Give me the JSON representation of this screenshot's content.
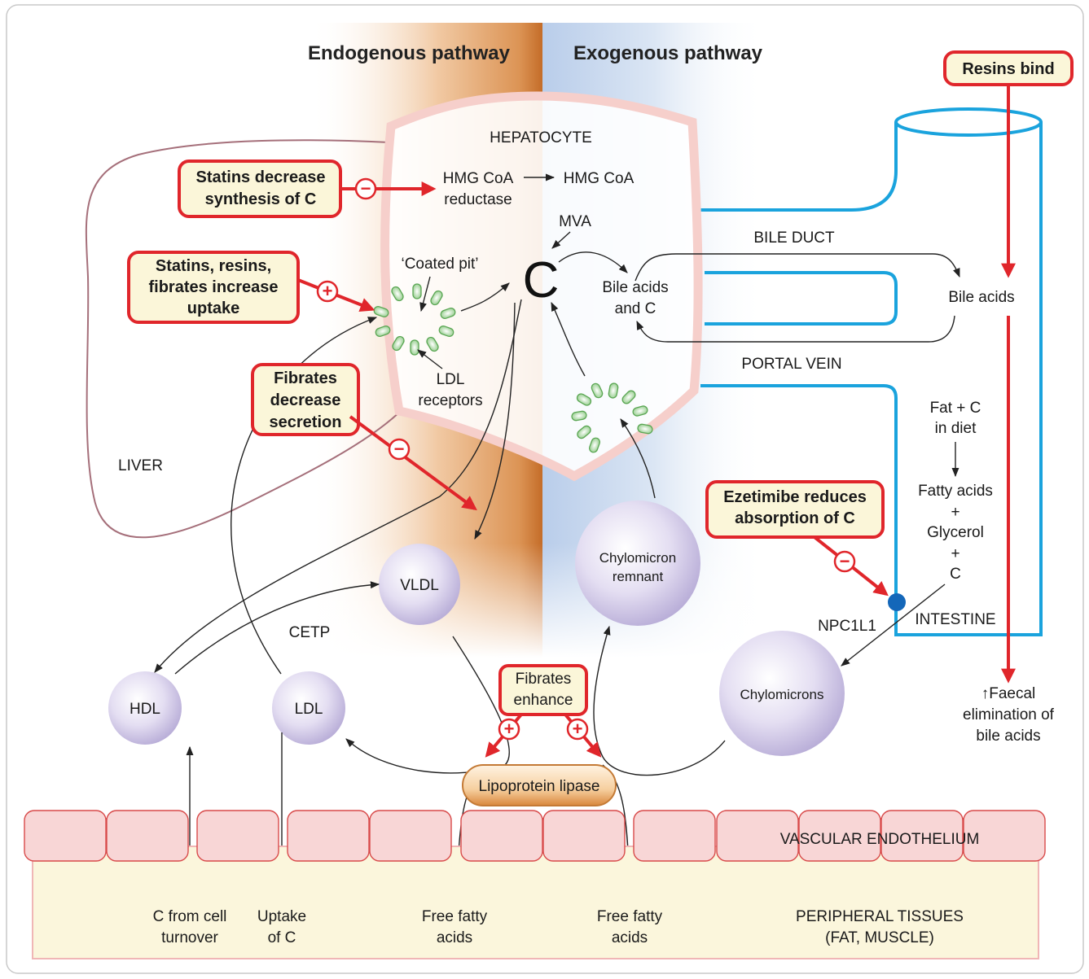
{
  "headers": {
    "endogenous": "Endogenous pathway",
    "exogenous": "Exogenous pathway"
  },
  "labels": {
    "hepatocyte": "HEPATOCYTE",
    "hmg_coa_reductase_1": "HMG CoA",
    "hmg_coa_reductase_2": "reductase",
    "hmg_coa": "HMG CoA",
    "mva": "MVA",
    "cholesterol": "C",
    "coated_pit": "‘Coated pit’",
    "ldl_receptors_1": "LDL",
    "ldl_receptors_2": "receptors",
    "bile_acids_c_1": "Bile acids",
    "bile_acids_c_2": "and C",
    "bile_duct": "BILE DUCT",
    "bile_acids": "Bile acids",
    "portal_vein": "PORTAL VEIN",
    "liver": "LIVER",
    "cetp": "CETP",
    "npc1l1": "NPC1L1",
    "intestine": "INTESTINE",
    "diet_1": "Fat + C",
    "diet_2": "in diet",
    "fatty_acids": "Fatty acids",
    "plus_1": "+",
    "glycerol": "Glycerol",
    "plus_2": "+",
    "c_diet": "C",
    "faecal_1": "↑Faecal",
    "faecal_2": "elimination of",
    "faecal_3": "bile acids",
    "vascular_endothelium": "VASCULAR ENDOTHELIUM",
    "peripheral_1": "PERIPHERAL TISSUES",
    "peripheral_2": "(FAT, MUSCLE)",
    "c_turnover_1": "C from cell",
    "c_turnover_2": "turnover",
    "uptake_1": "Uptake",
    "uptake_2": "of C",
    "ffa1_1": "Free fatty",
    "ffa1_2": "acids",
    "ffa2_1": "Free fatty",
    "ffa2_2": "acids",
    "lipoprotein_lipase": "Lipoprotein lipase"
  },
  "particles": {
    "vldl": "VLDL",
    "chylo_remnant_1": "Chylomicron",
    "chylo_remnant_2": "remnant",
    "hdl": "HDL",
    "ldl": "LDL",
    "chylomicrons": "Chylomicrons"
  },
  "drug_boxes": {
    "statins_1": "Statins decrease",
    "statins_2": "synthesis of C",
    "statins_sign": "−",
    "uptake_1": "Statins, resins,",
    "uptake_2": "fibrates increase",
    "uptake_3": "uptake",
    "uptake_sign": "+",
    "fibrates_1": "Fibrates",
    "fibrates_2": "decrease",
    "fibrates_3": "secretion",
    "fibrates_sign": "−",
    "ezetimibe_1": "Ezetimibe reduces",
    "ezetimibe_2": "absorption of C",
    "ezetimibe_sign": "−",
    "resins": "Resins bind",
    "enhance_1": "Fibrates",
    "enhance_2": "enhance",
    "enhance_sign_left": "+",
    "enhance_sign_right": "+"
  },
  "colors": {
    "drug_red": "#e0262b",
    "drug_fill": "#fbf6d9",
    "bile_blue": "#1aa3dd",
    "endothelium_pink": "#f8d6d6",
    "tissue_yellow": "#fbf6dc",
    "particle_lilac": "#d7d0ea",
    "endogenous_orange": "#d07a35",
    "exogenous_blue": "#c9d9ef"
  }
}
